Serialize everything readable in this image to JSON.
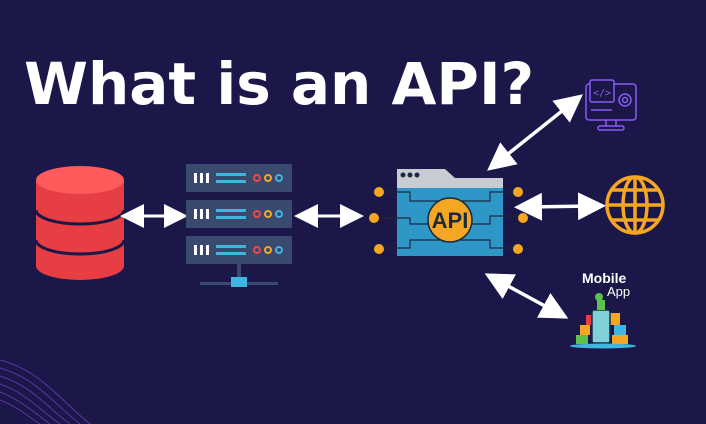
{
  "title": "What is an API?",
  "api_label": "API",
  "mobile_label": "Mobile",
  "app_label": "App",
  "colors": {
    "background": "#1b1748",
    "database": "#f0474a",
    "server": "#3a4a6e",
    "api_window": "#2e97c8",
    "accent_orange": "#f5a623",
    "monitor_icon": "#8a5cf5"
  }
}
